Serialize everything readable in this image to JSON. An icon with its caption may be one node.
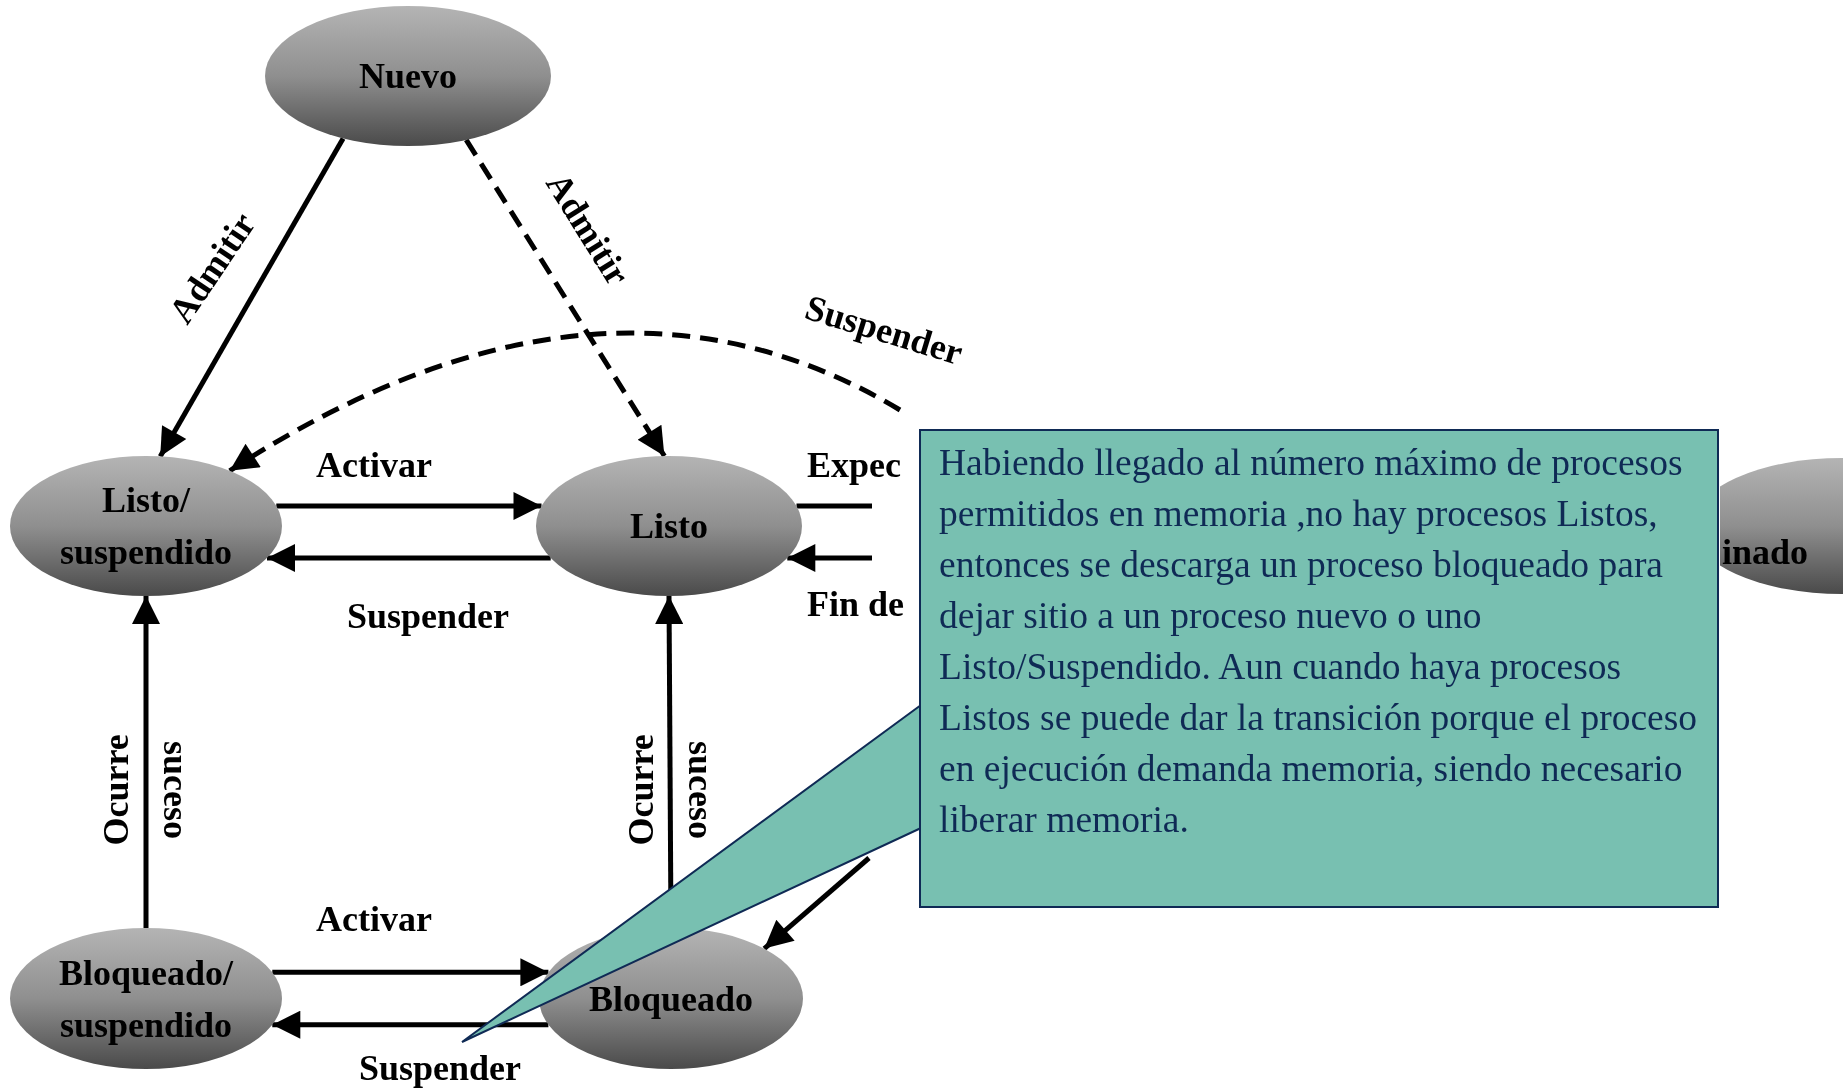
{
  "diagram": {
    "nodes": [
      {
        "text": [
          "Nuevo"
        ]
      },
      {
        "text": [
          "Listo/ suspendido"
        ]
      },
      {
        "text": [
          "Listo"
        ]
      },
      {
        "text": [
          "inado"
        ]
      },
      {
        "text": [
          "Habiendo llegado al número máximo de procesos permitidos en memoria ,no hay procesos Listos, entonces se descarga un proceso bloqueado para dejar sitio a un proceso nuevo o uno Listo/Suspendido. Aun cuando haya procesos Listos se puede dar la transición porque el proceso en ejecución demanda memoria, siendo necesario liberar memoria."
        ]
      },
      {
        "text": [
          "Bloqueado/ suspendido"
        ]
      },
      {
        "text": [
          "Bloqueado"
        ]
      }
    ],
    "edges": [
      {
        "from": 0,
        "to": 1,
        "arrow": "to",
        "label": "Admitir"
      },
      {
        "from": 0,
        "to": 2,
        "arrow": "to",
        "label": "Admitir",
        "style": "dashed"
      },
      {
        "from": null,
        "to": 1,
        "arrow": "to",
        "label": "Suspender",
        "style": "dashed"
      },
      {
        "from": 1,
        "to": 2,
        "arrow": "to",
        "label": "Activar"
      },
      {
        "from": 2,
        "to": 1,
        "arrow": "to",
        "label": "Suspender"
      },
      {
        "from": 2,
        "to": null,
        "arrow": "none",
        "label": "Expec"
      },
      {
        "from": null,
        "to": 2,
        "arrow": "to",
        "label": "Fin de"
      },
      {
        "from": 5,
        "to": 1,
        "arrow": "to",
        "label": "Ocurre suceso"
      },
      {
        "from": 6,
        "to": 2,
        "arrow": "to",
        "label": "Ocurre suceso"
      },
      {
        "from": 5,
        "to": 6,
        "arrow": "to",
        "label": "Activar"
      },
      {
        "from": 6,
        "to": 5,
        "arrow": "to",
        "label": "Suspender"
      },
      {
        "from": null,
        "to": 6,
        "arrow": "to"
      }
    ]
  }
}
